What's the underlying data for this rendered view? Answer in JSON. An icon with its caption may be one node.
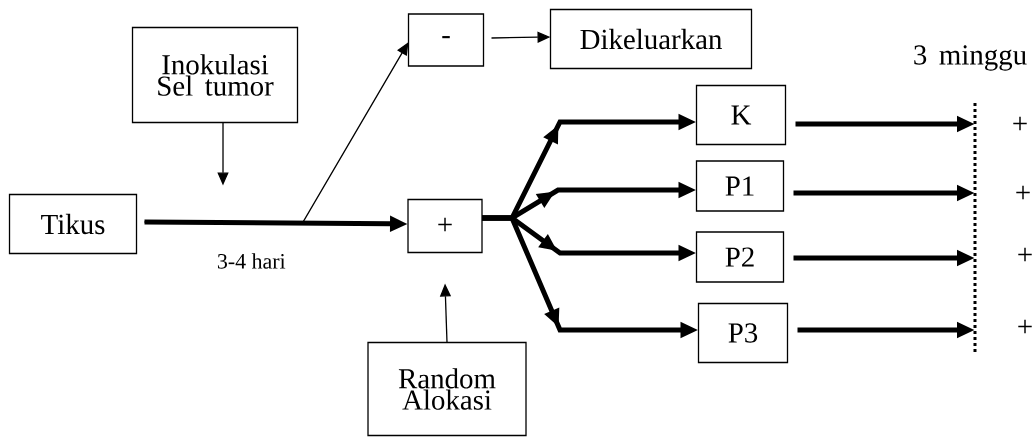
{
  "diagram": {
    "nodes": [
      {
        "text": [
          "Tikus"
        ]
      },
      {
        "text": [
          "Inokulasi Sel tumor"
        ]
      },
      {
        "text": [
          "-"
        ]
      },
      {
        "text": [
          "Dikeluarkan"
        ]
      },
      {
        "text": [
          "+"
        ]
      },
      {
        "text": [
          "Random Alokasi"
        ]
      },
      {
        "text": [
          "K"
        ]
      },
      {
        "text": [
          "P1"
        ]
      },
      {
        "text": [
          "P2"
        ]
      },
      {
        "text": [
          "P3"
        ]
      },
      {
        "text": [],
        "shape": "line",
        "beside": [
          "3 minggu"
        ]
      }
    ],
    "edges": [
      {
        "from": 0,
        "to": 4,
        "arrow": "to",
        "label": "3-4 hari"
      },
      {
        "from": 0,
        "to": 2,
        "arrow": "to"
      },
      {
        "from": 1,
        "to": null,
        "arrow": "to"
      },
      {
        "from": 2,
        "to": 3,
        "arrow": "to"
      },
      {
        "from": 5,
        "to": 4,
        "arrow": "to"
      },
      {
        "from": 4,
        "to": 6,
        "arrow": "to"
      },
      {
        "from": 4,
        "to": 7,
        "arrow": "to"
      },
      {
        "from": 4,
        "to": 8,
        "arrow": "to"
      },
      {
        "from": 4,
        "to": 9,
        "arrow": "to"
      },
      {
        "from": 6,
        "to": 10,
        "arrow": "to"
      },
      {
        "from": 7,
        "to": 10,
        "arrow": "to"
      },
      {
        "from": 8,
        "to": 10,
        "arrow": "to"
      },
      {
        "from": 9,
        "to": 10,
        "arrow": "to"
      }
    ],
    "labels": [
      "+",
      "+",
      "+",
      "+"
    ]
  }
}
